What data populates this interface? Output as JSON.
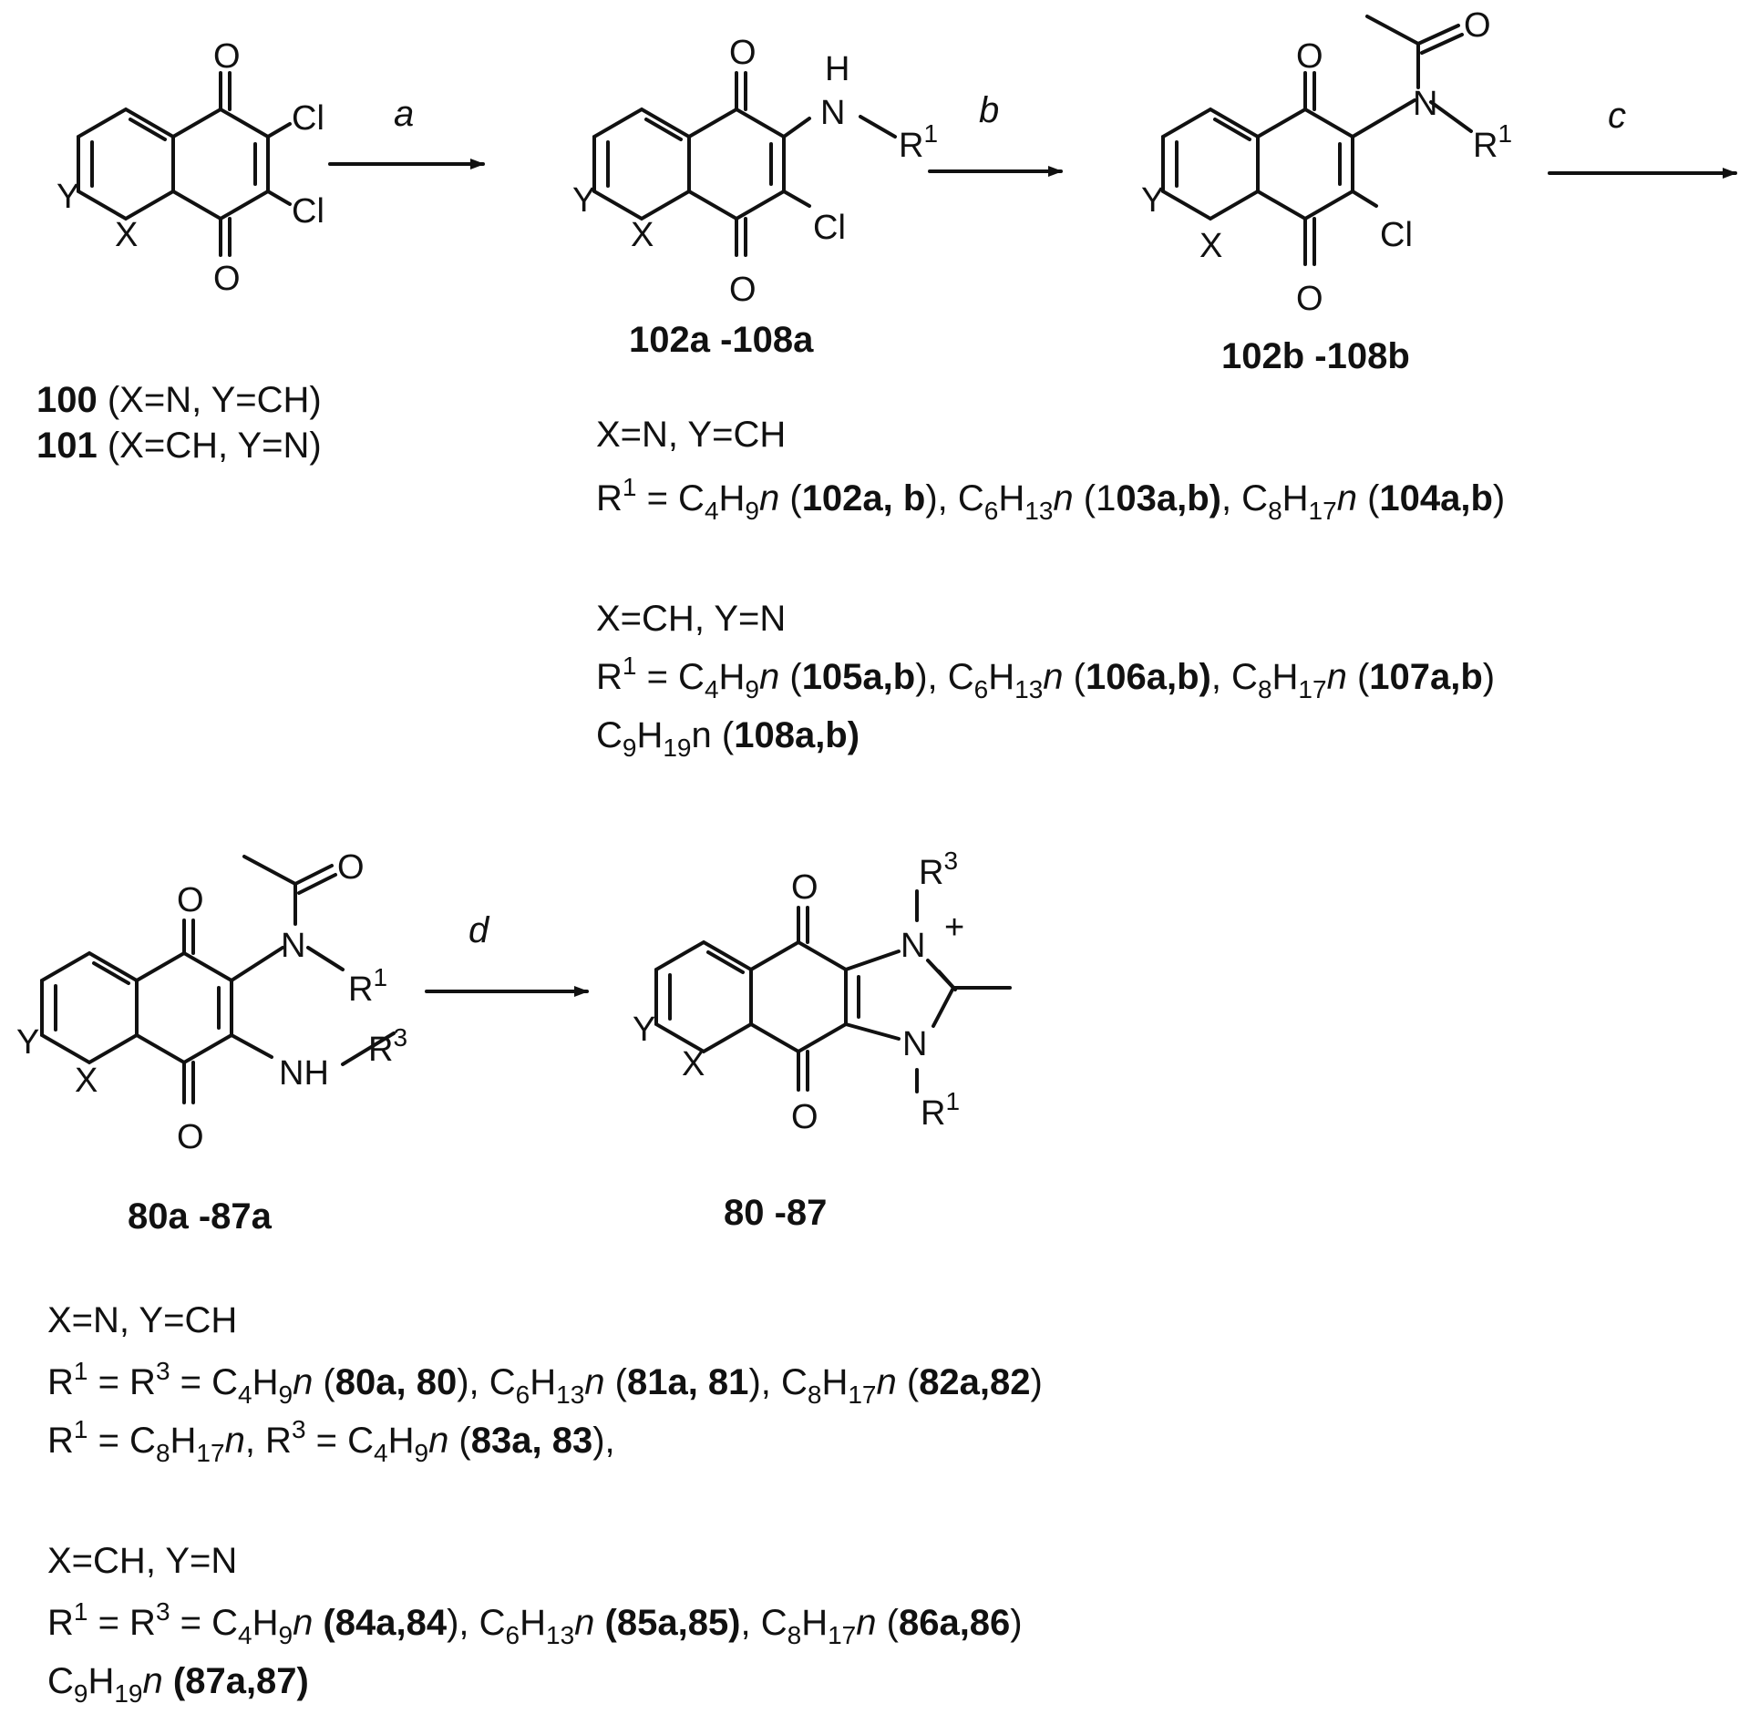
{
  "reagents": {
    "a": "a",
    "b": "b",
    "c": "c",
    "d": "d"
  },
  "atoms": {
    "O": "O",
    "Cl": "Cl",
    "X": "X",
    "Y": "Y",
    "N": "N",
    "H": "H",
    "NH": "NH",
    "R": "R",
    "sup1": "1",
    "sup3": "3",
    "plus": "+"
  },
  "compounds": {
    "start": "100 (X=N, Y=CH)|101 (X=CH, Y=N)",
    "amine": "102a -108a",
    "amide": "102b -108b",
    "diamine": "80a -87a",
    "product": "80 -87"
  },
  "legend_top": {
    "group1_condition": "X=N, Y=CH",
    "group1_r": "R1 = C4H9n (102a, b), C6H13n (103a,b), C8H17n (104a,b)",
    "group2_condition": "X=CH, Y=N",
    "group2_r": "R1 = C4H9n (105a,b), C6H13n (106a,b), C8H17n (107a,b)",
    "group2_extra": "C9H19n (108a,b)"
  },
  "legend_bottom": {
    "group1_condition": "X=N, Y=CH",
    "group1_r_line1": "R1 = R3 = C4H9n (80a, 80), C6H13n (81a, 81), C8H17n (82a,82)",
    "group1_r_line2": "R1 = C8H17n, R3 = C4H9n (83a, 83),",
    "group2_condition": "X=CH, Y=N",
    "group2_r": "R1 = R3 = C4H9n (84a,84), C6H13n (85a,85), C8H17n (86a,86)",
    "group2_extra": "C9H19n (87a,87)"
  }
}
